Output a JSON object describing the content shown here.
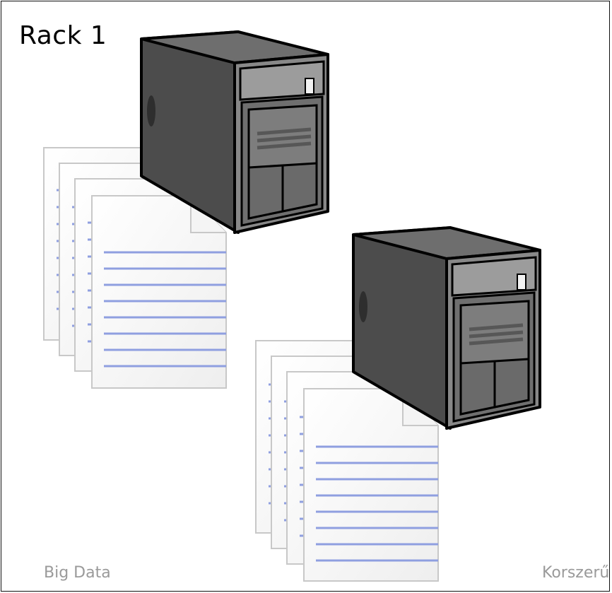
{
  "rack": {
    "label": "Rack 1"
  },
  "footer": {
    "left": "Big Data",
    "right": "Korszerű"
  },
  "icons": {
    "server": "server-tower-icon",
    "documents": "document-stack-icon"
  },
  "colors": {
    "server_body": "#5b5b5b",
    "server_front": "#7a7a7a",
    "doc_line": "#8f9fe0",
    "footer_text": "#9a9a9a"
  }
}
